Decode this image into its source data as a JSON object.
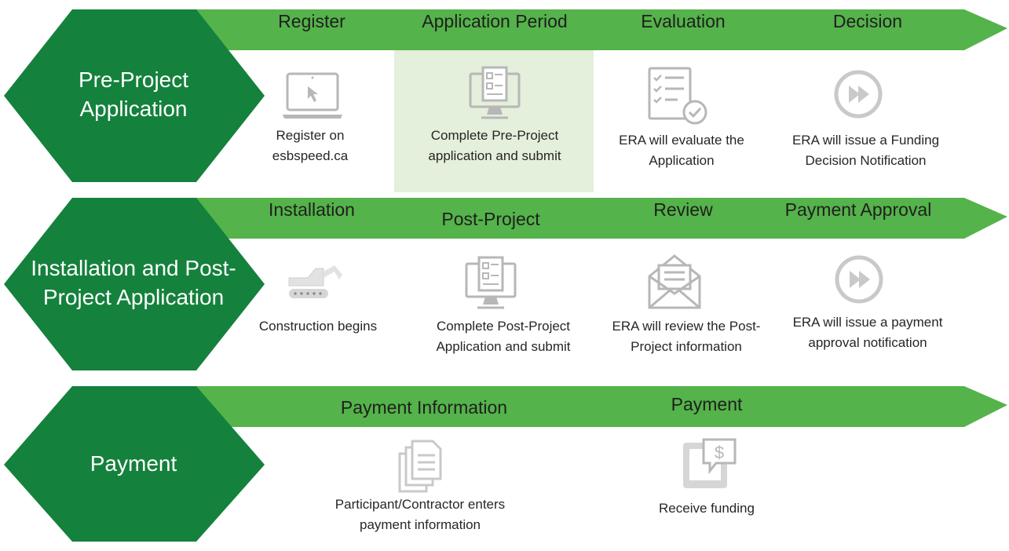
{
  "colors": {
    "banner": "#54b34a",
    "hexagon": "#14813c",
    "highlight": "#e4efdc",
    "icon": "#b7b7b7"
  },
  "rows": [
    {
      "label": "Pre-Project Application",
      "steps": [
        {
          "title": "Register",
          "icon": "laptop-cursor-icon",
          "text": "Register on esbspeed.ca"
        },
        {
          "title": "Application Period",
          "icon": "computer-form-icon",
          "text": "Complete Pre-Project application and submit",
          "highlighted": true
        },
        {
          "title": "Evaluation",
          "icon": "checklist-icon",
          "text": "ERA will evaluate the Application"
        },
        {
          "title": "Decision",
          "icon": "fast-forward-icon",
          "text": "ERA will issue a Funding Decision Notification"
        }
      ]
    },
    {
      "label": "Installation and Post-Project Application",
      "steps": [
        {
          "title": "Installation",
          "icon": "excavator-icon",
          "text": "Construction begins"
        },
        {
          "title": "Post-Project",
          "icon": "computer-form-icon",
          "text": "Complete Post-Project Application and submit"
        },
        {
          "title": "Review",
          "icon": "open-envelope-icon",
          "text": "ERA will review the Post-Project information"
        },
        {
          "title": "Payment Approval",
          "icon": "fast-forward-icon",
          "text": "ERA will issue a payment approval notification"
        }
      ]
    },
    {
      "label": "Payment",
      "steps": [
        {
          "title": "Payment Information",
          "icon": "documents-icon",
          "text": "Participant/Contractor enters payment information"
        },
        {
          "title": "Payment",
          "icon": "payment-tablet-icon",
          "text": "Receive funding"
        }
      ]
    }
  ]
}
